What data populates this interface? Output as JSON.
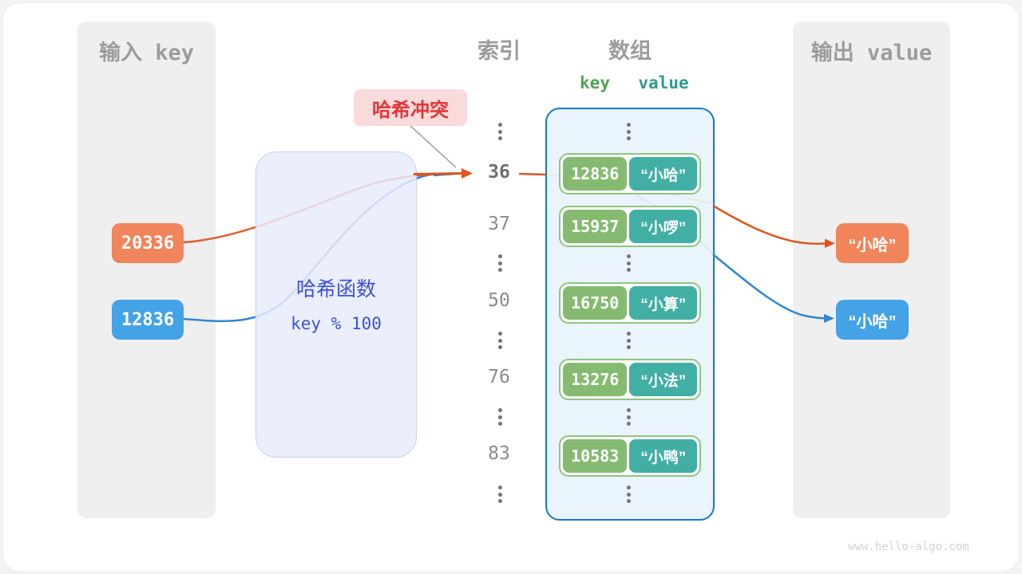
{
  "page": {
    "watermark": "www.hello-algo.com"
  },
  "input_panel": {
    "title": "输入 key",
    "keys": [
      {
        "label": "20336",
        "color": "#F0845A"
      },
      {
        "label": "12836",
        "color": "#44A3E6"
      }
    ]
  },
  "hash_function": {
    "title": "哈希函数",
    "formula": "key % 100",
    "text_color": "#3D50DC"
  },
  "collision_badge": {
    "label": "哈希冲突",
    "text_color": "#E23636",
    "bg_color": "#F9DBDB"
  },
  "index_column": {
    "title": "索引",
    "values": [
      "36",
      "37",
      "50",
      "76",
      "83"
    ],
    "highlighted_value": "36"
  },
  "array_panel": {
    "title": "数组",
    "key_header": "key",
    "value_header": "value",
    "border_color": "#1578C8",
    "key_box_color": "#85BB71",
    "value_box_color": "#42AFA5",
    "pairs": [
      {
        "key": "12836",
        "value": "“小哈”"
      },
      {
        "key": "15937",
        "value": "“小啰”"
      },
      {
        "key": "16750",
        "value": "“小算”"
      },
      {
        "key": "13276",
        "value": "“小法”"
      },
      {
        "key": "10583",
        "value": "“小鸭”"
      }
    ]
  },
  "output_panel": {
    "title": "输出 value",
    "values": [
      {
        "label": "“小哈”",
        "color": "#F0845A"
      },
      {
        "label": "“小哈”",
        "color": "#44A3E6"
      }
    ]
  },
  "colors": {
    "arrow_orange": "#E0551F",
    "arrow_blue": "#3187CE",
    "panel_gray": "#EFEFEF",
    "heading_gray": "#9C9C9C"
  }
}
